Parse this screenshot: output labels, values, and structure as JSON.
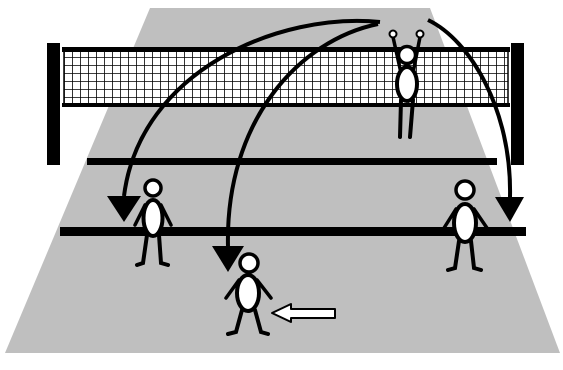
{
  "diagram": {
    "colors": {
      "court": "#bfbfbf",
      "ink": "#000000",
      "background": "#ffffff",
      "net_mesh": "#000000",
      "arrow_fill": "#ffffff"
    },
    "elements": {
      "net": "volleyball-net",
      "court": "court-floor",
      "server": "jumping-player-figure",
      "receivers": [
        "left-receiver-figure",
        "center-receiver-figure",
        "right-receiver-figure"
      ],
      "trajectories": [
        "ball-path-left",
        "ball-path-center",
        "ball-path-right"
      ],
      "movement_hint": "move-left-arrow"
    }
  }
}
